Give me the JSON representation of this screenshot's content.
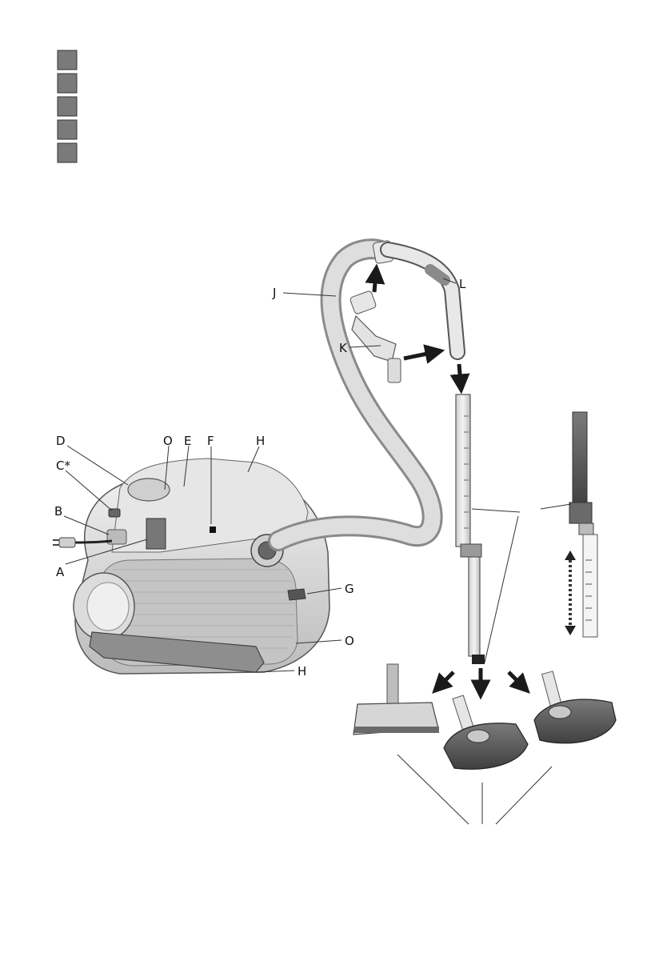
{
  "legend_squares": {
    "count": 5,
    "color": "#7a7a7a"
  },
  "callouts": {
    "A": "A",
    "B": "B",
    "C": "C*",
    "D": "D",
    "O1": "O",
    "E": "E",
    "F": "F",
    "H1": "H",
    "G": "G",
    "O2": "O",
    "H2": "H",
    "J": "J",
    "K": "K",
    "L": "L"
  },
  "colors": {
    "body": "#d8d8d8",
    "body_dark": "#9a9a9a",
    "nozzle_dark": "#5a5a5a",
    "lines": "#333333"
  }
}
